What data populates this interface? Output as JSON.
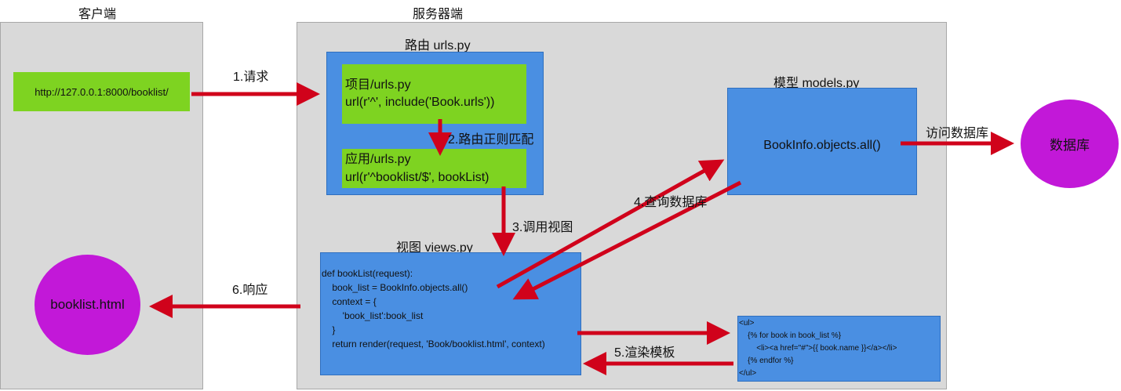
{
  "client": {
    "title": "客户端",
    "url": "http://127.0.0.1:8000/booklist/",
    "html_file": "booklist.html"
  },
  "server": {
    "title": "服务器端",
    "router": {
      "title": "路由 urls.py",
      "project": {
        "line1": "项目/urls.py",
        "line2": "url(r'^', include('Book.urls'))"
      },
      "app": {
        "line1": "应用/urls.py",
        "line2": "url(r'^booklist/$', bookList)"
      }
    },
    "model": {
      "title": "模型 models.py",
      "code": "BookInfo.objects.all()"
    },
    "view": {
      "title": "视图 views.py",
      "code": [
        "def bookList(request):",
        "",
        "    book_list = BookInfo.objects.all()",
        "    context = {",
        "        'book_list':book_list",
        "    }",
        "    return render(request, 'Book/booklist.html', context)"
      ]
    },
    "template": {
      "code": [
        "<ul>",
        "    {% for book in book_list %}",
        "        <li><a href=\"#\">{{ book.name }}</a></li>",
        "    {% endfor %}",
        "</ul>"
      ]
    }
  },
  "database": {
    "label": "数据库"
  },
  "steps": {
    "request": "1.请求",
    "route_match": "2.路由正则匹配",
    "call_view": "3.调用视图",
    "query_db": "4.查询数据库",
    "render_template": "5.渲染模板",
    "response": "6.响应",
    "access_db": "访问数据库"
  },
  "colors": {
    "arrow": "#d0021b",
    "panel": "#d9d9d9",
    "blue_box": "#4a8fe2",
    "green_box": "#7ed321",
    "circle": "#c218d8"
  }
}
